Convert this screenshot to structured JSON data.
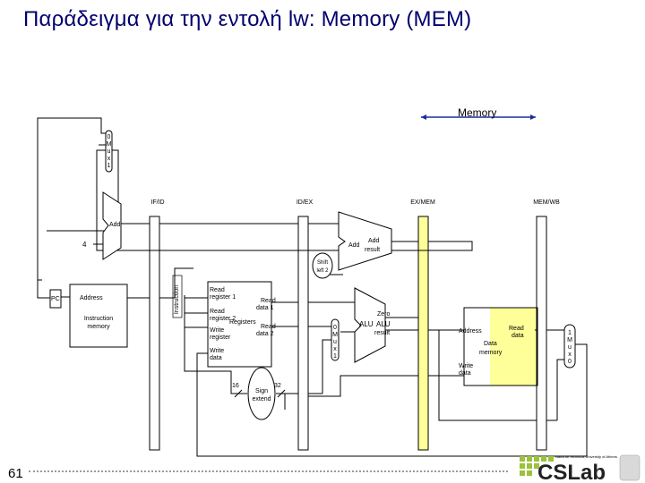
{
  "slide": {
    "title": "Παράδειγμα για την εντολή lw: Memory (MEM)",
    "page_number": "61"
  },
  "stage_indicator": {
    "label": "Memory"
  },
  "pipeline_registers": {
    "if_id": "IF/ID",
    "id_ex": "ID/EX",
    "ex_mem": "EX/MEM",
    "mem_wb": "MEM/WB"
  },
  "pc_mux": {
    "lines": [
      "0",
      "M",
      "u",
      "x",
      "1"
    ]
  },
  "pc": {
    "label": "PC"
  },
  "instruction_memory": {
    "address": "Address",
    "name_line1": "Instruction",
    "name_line2": "memory"
  },
  "instruction_wire": {
    "label": "Instruction"
  },
  "pc_adder": {
    "label": "Add",
    "constant": "4"
  },
  "branch_adder": {
    "add": "Add",
    "add_result_1": "Add",
    "add_result_2": "result"
  },
  "shift": {
    "line1": "Shift",
    "line2": "left 2"
  },
  "registers": {
    "read_register_1_a": "Read",
    "read_register_1_b": "register 1",
    "read_data_1_a": "Read",
    "read_data_1_b": "data 1",
    "read_register_2_a": "Read",
    "read_register_2_b": "register 2",
    "name": "Registers",
    "read_data_2_a": "Read",
    "read_data_2_b": "data 2",
    "write_register_a": "Write",
    "write_register_b": "register",
    "write_data_a": "Write",
    "write_data_b": "data"
  },
  "sign_extend": {
    "line1": "Sign",
    "line2": "extend",
    "in_width": "16",
    "out_width": "32"
  },
  "alu_mux": {
    "lines": [
      "0",
      "M",
      "u",
      "x",
      "1"
    ]
  },
  "alu": {
    "name": "ALU",
    "zero": "Zero",
    "result_a": "ALU",
    "result_b": "result"
  },
  "data_memory": {
    "address": "Address",
    "read_data_a": "Read",
    "read_data_b": "data",
    "name_a": "Data",
    "name_b": "memory",
    "write_data_a": "Write",
    "write_data_b": "data"
  },
  "wb_mux": {
    "lines": [
      "1",
      "M",
      "u",
      "x",
      "0"
    ]
  },
  "logo": {
    "text": "CSLab",
    "caption": "National Technical University of Athens"
  },
  "colors": {
    "title": "#00006e",
    "highlight": "#ffff99",
    "arrow": "#1e2a9c",
    "logo_green": "#9cc13b",
    "logo_text": "#222222"
  }
}
